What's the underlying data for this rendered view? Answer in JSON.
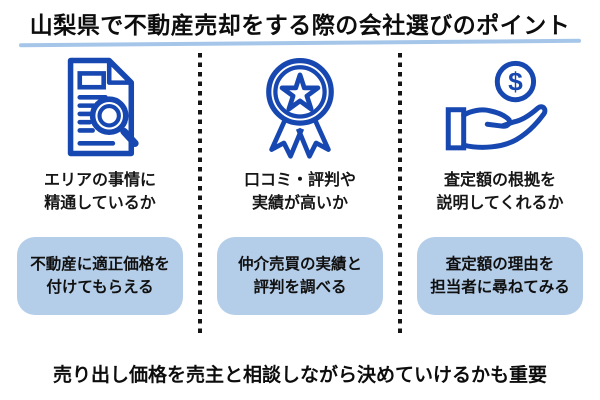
{
  "title": "山梨県で不動産売却をする際の会社選びのポイント",
  "columns": [
    {
      "icon": "document-magnifier-icon",
      "heading": "エリアの事情に\n精通しているか",
      "box": "不動産に適正価格を\n付けてもらえる"
    },
    {
      "icon": "award-ribbon-icon",
      "heading": "口コミ・評判や\n実績が高いか",
      "box": "仲介売買の実績と\n評判を調べる"
    },
    {
      "icon": "hand-coin-icon",
      "heading": "査定額の根拠を\n説明してくれるか",
      "box": "査定額の理由を\n担当者に尋ねてみる"
    }
  ],
  "footer": "売り出し価格を売主と相談しながら決めていけるかも重要",
  "coin_symbol": "$",
  "colors": {
    "icon_blue": "#1747b0",
    "box_background": "#b4cde8",
    "title_underline": "#a5c6e9",
    "separator": "#151515",
    "text": "#111111"
  }
}
